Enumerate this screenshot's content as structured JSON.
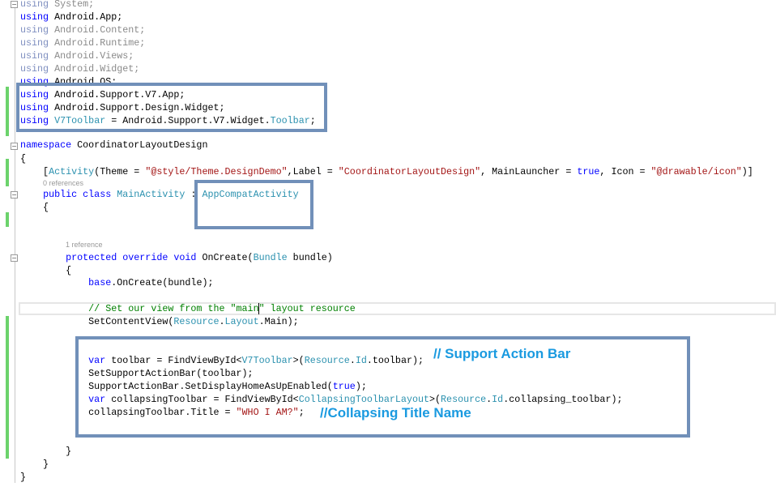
{
  "editor": {
    "lines": [
      {
        "tokens": [
          {
            "c": "fk",
            "t": "using"
          },
          {
            "c": "ft",
            "t": " System;"
          }
        ]
      },
      {
        "tokens": [
          {
            "c": "kw",
            "t": "using"
          },
          {
            "c": "",
            "t": " Android.App;"
          }
        ]
      },
      {
        "tokens": [
          {
            "c": "fk",
            "t": "using"
          },
          {
            "c": "ft",
            "t": " Android.Content;"
          }
        ]
      },
      {
        "tokens": [
          {
            "c": "fk",
            "t": "using"
          },
          {
            "c": "ft",
            "t": " Android.Runtime;"
          }
        ]
      },
      {
        "tokens": [
          {
            "c": "fk",
            "t": "using"
          },
          {
            "c": "ft",
            "t": " Android.Views;"
          }
        ]
      },
      {
        "tokens": [
          {
            "c": "fk",
            "t": "using"
          },
          {
            "c": "ft",
            "t": " Android.Widget;"
          }
        ]
      },
      {
        "tokens": [
          {
            "c": "kw",
            "t": "using"
          },
          {
            "c": "",
            "t": " Android.OS;"
          }
        ]
      },
      {
        "tokens": [
          {
            "c": "kw",
            "t": "using"
          },
          {
            "c": "",
            "t": " Android.Support.V7.App;"
          }
        ]
      },
      {
        "tokens": [
          {
            "c": "kw",
            "t": "using"
          },
          {
            "c": "",
            "t": " Android.Support.Design.Widget;"
          }
        ]
      },
      {
        "tokens": [
          {
            "c": "kw",
            "t": "using"
          },
          {
            "c": "",
            "t": " "
          },
          {
            "c": "ty",
            "t": "V7Toolbar"
          },
          {
            "c": "",
            "t": " = Android.Support.V7.Widget."
          },
          {
            "c": "ty",
            "t": "Toolbar"
          },
          {
            "c": "",
            "t": ";"
          }
        ]
      },
      {
        "tokens": [
          {
            "c": "kw",
            "t": "namespace"
          },
          {
            "c": "",
            "t": " CoordinatorLayoutDesign"
          }
        ]
      },
      {
        "tokens": [
          {
            "c": "",
            "t": "{"
          }
        ]
      },
      {
        "tokens": [
          {
            "c": "",
            "t": "    ["
          },
          {
            "c": "ty",
            "t": "Activity"
          },
          {
            "c": "",
            "t": "(Theme = "
          },
          {
            "c": "st",
            "t": "\"@style/Theme.DesignDemo\""
          },
          {
            "c": "",
            "t": ",Label = "
          },
          {
            "c": "st",
            "t": "\"CoordinatorLayoutDesign\""
          },
          {
            "c": "",
            "t": ", MainLauncher = "
          },
          {
            "c": "kw",
            "t": "true"
          },
          {
            "c": "",
            "t": ", Icon = "
          },
          {
            "c": "st",
            "t": "\"@drawable/icon\""
          },
          {
            "c": "",
            "t": ")]"
          }
        ]
      },
      {
        "lens": "0 references"
      },
      {
        "tokens": [
          {
            "c": "",
            "t": "    "
          },
          {
            "c": "kw",
            "t": "public class"
          },
          {
            "c": "",
            "t": " "
          },
          {
            "c": "ty",
            "t": "MainActivity"
          },
          {
            "c": "",
            "t": " : "
          },
          {
            "c": "ty",
            "t": "AppCompatActivity"
          }
        ]
      },
      {
        "tokens": [
          {
            "c": "",
            "t": "    {"
          }
        ]
      },
      {
        "lens": "1 reference"
      },
      {
        "tokens": [
          {
            "c": "",
            "t": "        "
          },
          {
            "c": "kw",
            "t": "protected override void"
          },
          {
            "c": "",
            "t": " OnCreate("
          },
          {
            "c": "ty",
            "t": "Bundle"
          },
          {
            "c": "",
            "t": " bundle)"
          }
        ]
      },
      {
        "tokens": [
          {
            "c": "",
            "t": "        {"
          }
        ]
      },
      {
        "tokens": [
          {
            "c": "",
            "t": "            "
          },
          {
            "c": "kw",
            "t": "base"
          },
          {
            "c": "",
            "t": ".OnCreate(bundle);"
          }
        ]
      },
      {
        "tokens": [
          {
            "c": "",
            "t": "            "
          },
          {
            "c": "cm",
            "t": "// Set our view from the \"main\" layout resource"
          }
        ]
      },
      {
        "tokens": [
          {
            "c": "",
            "t": "            SetContentView("
          },
          {
            "c": "ty",
            "t": "Resource"
          },
          {
            "c": "",
            "t": "."
          },
          {
            "c": "ty",
            "t": "Layout"
          },
          {
            "c": "",
            "t": ".Main);"
          }
        ]
      },
      {
        "tokens": [
          {
            "c": "",
            "t": "            "
          },
          {
            "c": "kw",
            "t": "var"
          },
          {
            "c": "",
            "t": " toolbar = FindViewById<"
          },
          {
            "c": "ty",
            "t": "V7Toolbar"
          },
          {
            "c": "",
            "t": ">("
          },
          {
            "c": "ty",
            "t": "Resource"
          },
          {
            "c": "",
            "t": "."
          },
          {
            "c": "ty",
            "t": "Id"
          },
          {
            "c": "",
            "t": ".toolbar);"
          }
        ]
      },
      {
        "tokens": [
          {
            "c": "",
            "t": "            SetSupportActionBar(toolbar);"
          }
        ]
      },
      {
        "tokens": [
          {
            "c": "",
            "t": "            SupportActionBar.SetDisplayHomeAsUpEnabled("
          },
          {
            "c": "kw",
            "t": "true"
          },
          {
            "c": "",
            "t": ");"
          }
        ]
      },
      {
        "tokens": [
          {
            "c": "",
            "t": "            "
          },
          {
            "c": "kw",
            "t": "var"
          },
          {
            "c": "",
            "t": " collapsingToolbar = FindViewById<"
          },
          {
            "c": "ty",
            "t": "CollapsingToolbarLayout"
          },
          {
            "c": "",
            "t": ">("
          },
          {
            "c": "ty",
            "t": "Resource"
          },
          {
            "c": "",
            "t": "."
          },
          {
            "c": "ty",
            "t": "Id"
          },
          {
            "c": "",
            "t": ".collapsing_toolbar);"
          }
        ]
      },
      {
        "tokens": [
          {
            "c": "",
            "t": "            collapsingToolbar.Title = "
          },
          {
            "c": "st",
            "t": "\"WHO I AM?\""
          },
          {
            "c": "",
            "t": ";"
          }
        ]
      },
      {
        "tokens": [
          {
            "c": "",
            "t": "        }"
          }
        ]
      },
      {
        "tokens": [
          {
            "c": "",
            "t": "    }"
          }
        ]
      },
      {
        "tokens": [
          {
            "c": "",
            "t": "}"
          }
        ]
      }
    ]
  },
  "annotations": {
    "support_action_bar": "// Support Action Bar",
    "collapsing_title": "//Collapsing Title Name"
  },
  "colors": {
    "keyword": "#0000ff",
    "type": "#2b91af",
    "string": "#a31515",
    "comment": "#008000",
    "highlight_box": "#7190b9",
    "annotation": "#1a9ae0"
  }
}
